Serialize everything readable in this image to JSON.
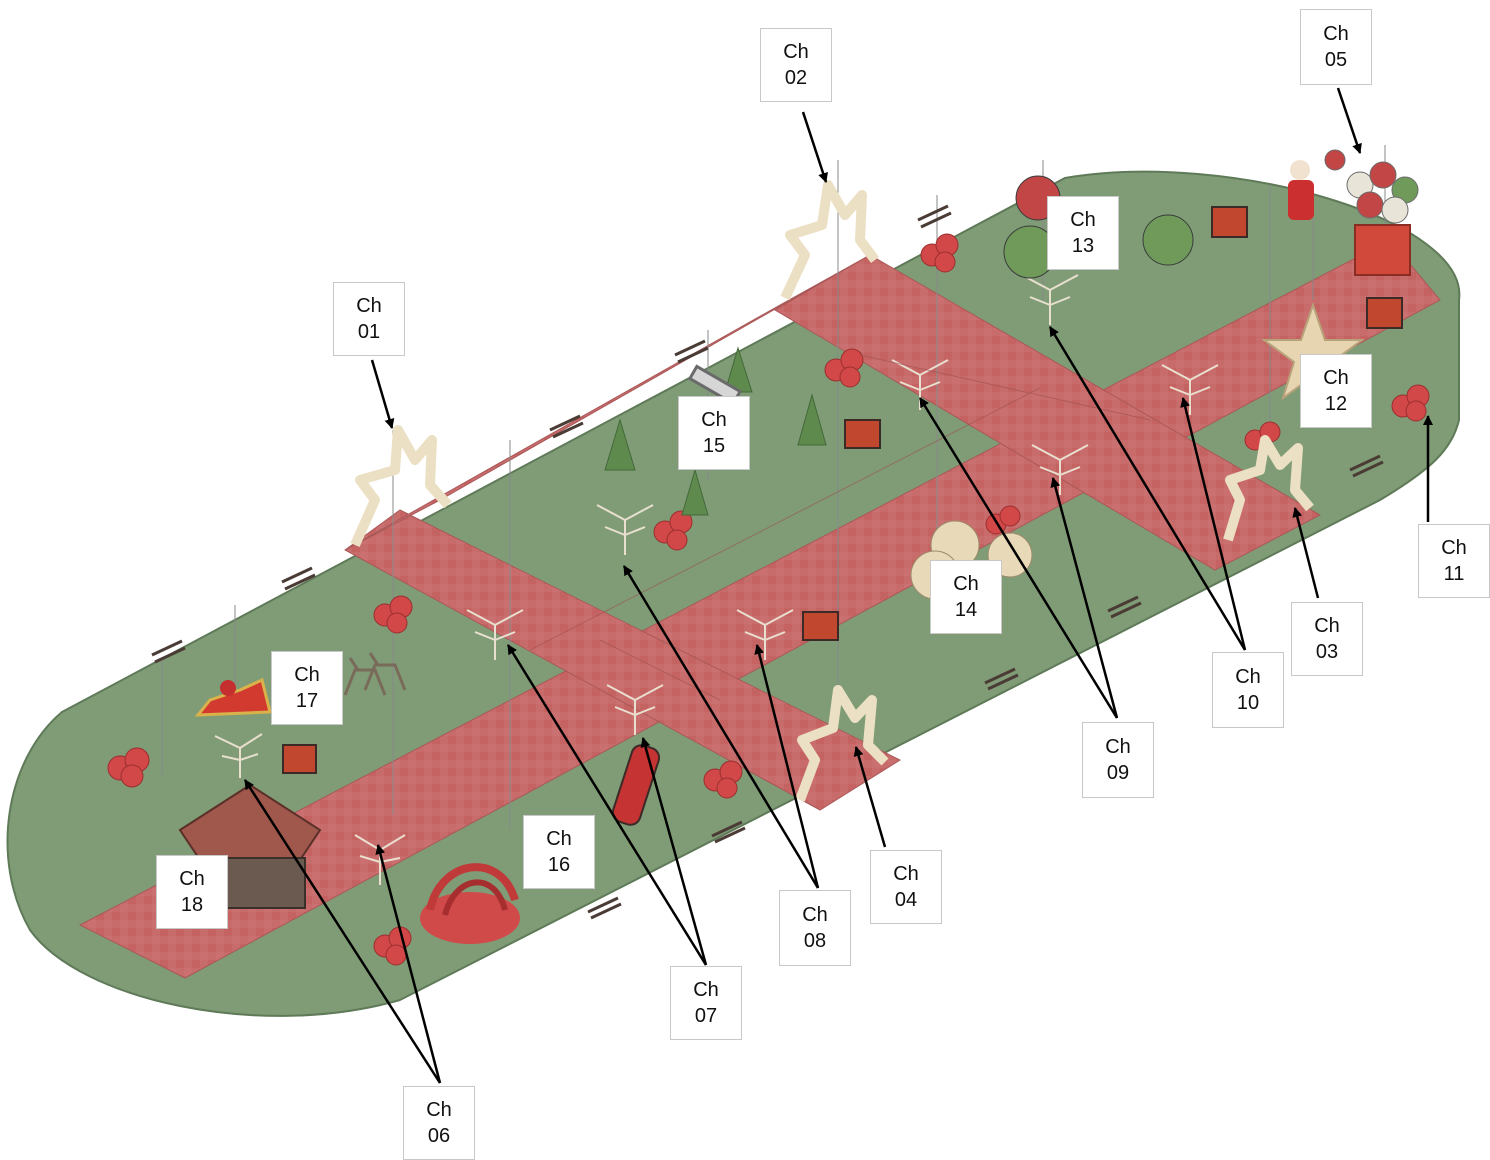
{
  "colors": {
    "lawn": "#7f9c76",
    "lawn_edge": "#5f7a58",
    "path": "#c86b6b",
    "path_dark": "#b85c5c",
    "arrow": "#000000",
    "drop_line": "#8a8a8a",
    "ornament_red": "#d24848",
    "ornament_green": "#6f9a5a",
    "tree_branch": "#e9dfcf",
    "star_frame": "#ece0c4",
    "gazebo": "#8e5a4e",
    "bench": "#4a3b35",
    "gift": "#c2472f"
  },
  "labels": [
    {
      "id": "ch01",
      "text": "Ch\n01"
    },
    {
      "id": "ch02",
      "text": "Ch\n02"
    },
    {
      "id": "ch03",
      "text": "Ch\n03"
    },
    {
      "id": "ch04",
      "text": "Ch\n04"
    },
    {
      "id": "ch05",
      "text": "Ch\n05"
    },
    {
      "id": "ch06",
      "text": "Ch\n06"
    },
    {
      "id": "ch07",
      "text": "Ch\n07"
    },
    {
      "id": "ch08",
      "text": "Ch\n08"
    },
    {
      "id": "ch09",
      "text": "Ch\n09"
    },
    {
      "id": "ch10",
      "text": "Ch\n10"
    },
    {
      "id": "ch11",
      "text": "Ch\n11"
    },
    {
      "id": "ch12",
      "text": "Ch\n12"
    },
    {
      "id": "ch13",
      "text": "Ch\n13"
    },
    {
      "id": "ch14",
      "text": "Ch\n14"
    },
    {
      "id": "ch15",
      "text": "Ch\n15"
    },
    {
      "id": "ch16",
      "text": "Ch\n16"
    },
    {
      "id": "ch17",
      "text": "Ch\n17"
    },
    {
      "id": "ch18",
      "text": "Ch\n18"
    }
  ],
  "icons": {
    "lawn": "oval-lawn-shape",
    "walkway": "red-carpet-path",
    "star_arch": "star-arch-icon",
    "bare_tree": "lit-bare-tree-icon",
    "ornament_cluster": "ornament-cluster-icon",
    "bench": "park-bench-icon",
    "gift": "gift-box-icon",
    "gazebo": "gazebo-icon",
    "sleigh": "santa-sleigh-icon",
    "santa": "santa-figure-icon",
    "balloon_box": "balloon-gift-icon",
    "star": "giant-star-icon",
    "pine": "pine-tree-icon",
    "dome_ornaments": "dome-ornament-icon",
    "giant_ornament": "giant-ornament-icon"
  }
}
